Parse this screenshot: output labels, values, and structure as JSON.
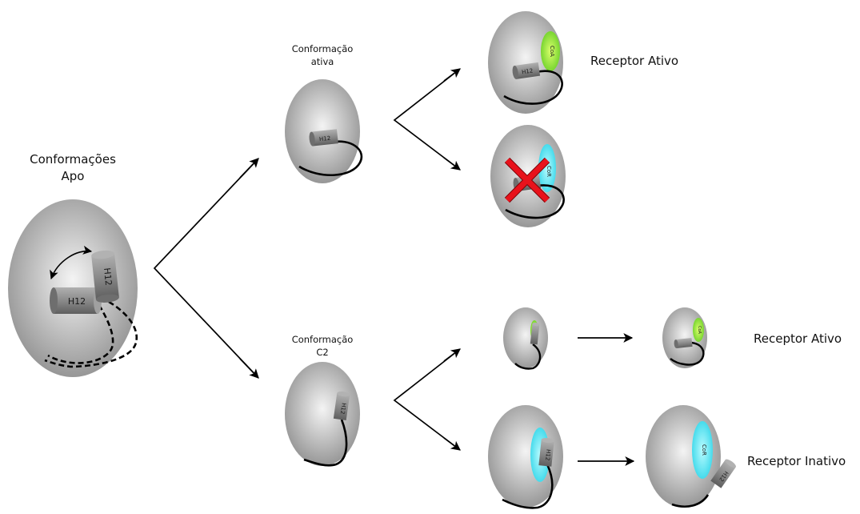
{
  "labels": {
    "apo": [
      "Conformações",
      "Apo"
    ],
    "active_conf": [
      "Conformação",
      "ativa"
    ],
    "c2_conf": [
      "Conformação",
      "C2"
    ],
    "receptor_active_1": "Receptor Ativo",
    "receptor_active_2": "Receptor Ativo",
    "receptor_inactive": "Receptor Inativo"
  },
  "helix_label": "H12",
  "coactivator_label": "CoA",
  "corepressor_label": "CoR",
  "colors": {
    "body_light": "#f4f4f4",
    "body_dark": "#8e8e8e",
    "helix": "#8a8a8a",
    "coactivator": "#8fe03a",
    "corepressor": "#57e6f2",
    "blocked_mark": "#e8121b",
    "line": "#000000"
  }
}
